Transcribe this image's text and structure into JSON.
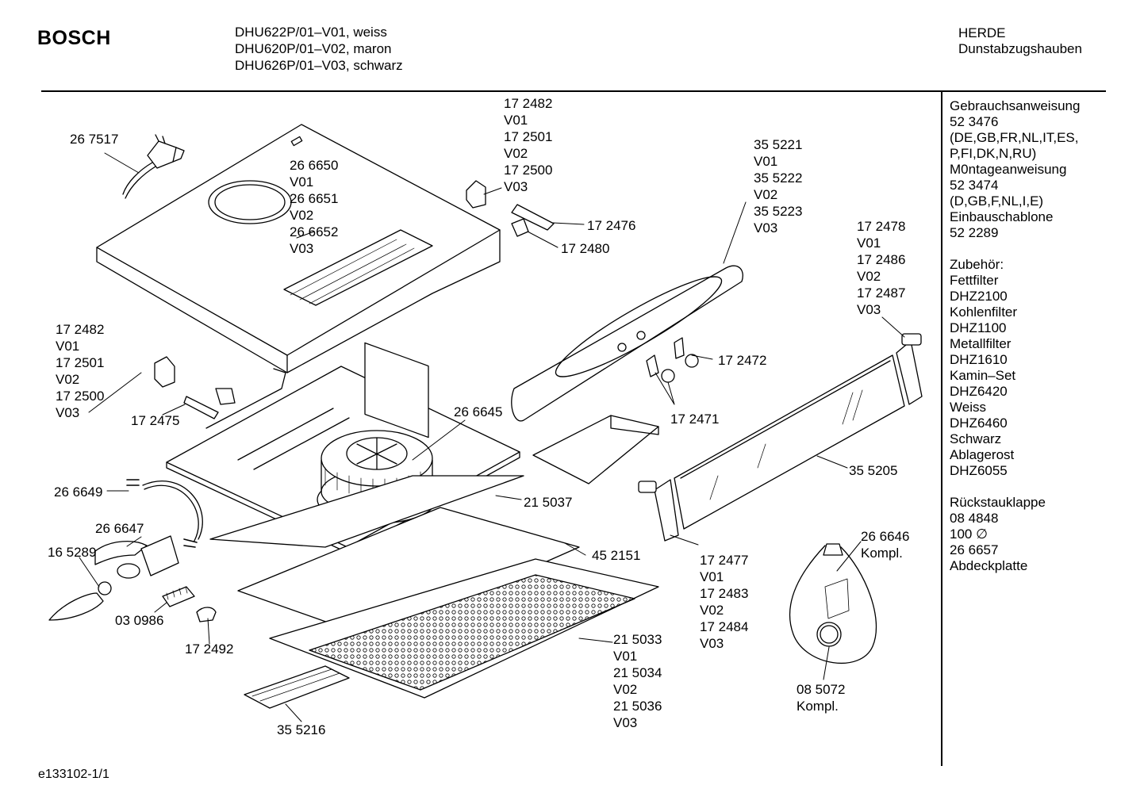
{
  "header": {
    "brand": "BOSCH",
    "models": [
      "DHU622P/01–V01, weiss",
      "DHU620P/01–V02, maron",
      "DHU626P/01–V03, schwarz"
    ],
    "category_line1": "HERDE",
    "category_line2": "Dunstabzugshauben"
  },
  "sidebar": {
    "lines_top": [
      "Gebrauchsanweisung",
      "52 3476",
      "(DE,GB,FR,NL,IT,ES,",
      "P,FI,DK,N,RU)",
      "M0ntageanweisung",
      "52 3474",
      "(D,GB,F,NL,I,E)",
      "Einbauschablone",
      "52 2289"
    ],
    "lines_mid": [
      "Zubehör:",
      "Fettfilter",
      "DHZ2100",
      "Kohlenfilter",
      "DHZ1100",
      "Metallfilter",
      "DHZ1610",
      "Kamin–Set",
      "DHZ6420",
      "Weiss",
      "DHZ6460",
      "Schwarz",
      "Ablagerost",
      "DHZ6055"
    ],
    "lines_bottom": [
      "Rückstauklappe",
      "08 4848",
      "100 ∅",
      "26 6657",
      "Abdeckplatte"
    ]
  },
  "footer": {
    "code": "e133102-1/1"
  },
  "callouts": {
    "c_267517": [
      "26 7517"
    ],
    "c_266650": [
      "26 6650",
      "V01",
      "26 6651",
      "V02",
      "26 6652",
      "V03"
    ],
    "c_172482_top": [
      "17 2482",
      "V01",
      "17 2501",
      "V02",
      "17 2500",
      "V03"
    ],
    "c_172476": [
      "17 2476"
    ],
    "c_172480": [
      "17 2480"
    ],
    "c_355221": [
      "35 5221",
      "V01",
      "35 5222",
      "V02",
      "35 5223",
      "V03"
    ],
    "c_172478": [
      "17 2478",
      "V01",
      "17 2486",
      "V02",
      "17 2487",
      "V03"
    ],
    "c_172482_left": [
      "17 2482",
      "V01",
      "17 2501",
      "V02",
      "17 2500",
      "V03"
    ],
    "c_172475": [
      "17 2475"
    ],
    "c_172472": [
      "17 2472"
    ],
    "c_266645": [
      "26 6645"
    ],
    "c_172471": [
      "17 2471"
    ],
    "c_266649": [
      "26 6649"
    ],
    "c_215037": [
      "21 5037"
    ],
    "c_355205": [
      "35 5205"
    ],
    "c_266647": [
      "26 6647"
    ],
    "c_452151": [
      "45 2151"
    ],
    "c_165289": [
      "16 5289"
    ],
    "c_266646": [
      "26 6646",
      "Kompl."
    ],
    "c_172477": [
      "17 2477",
      "V01",
      "17 2483",
      "V02",
      "17 2484",
      "V03"
    ],
    "c_030986": [
      "03 0986"
    ],
    "c_172492": [
      "17 2492"
    ],
    "c_215033": [
      "21 5033",
      "V01",
      "21 5034",
      "V02",
      "21 5036",
      "V03"
    ],
    "c_085072": [
      "08 5072",
      "Kompl."
    ],
    "c_355216": [
      "35 5216"
    ]
  }
}
